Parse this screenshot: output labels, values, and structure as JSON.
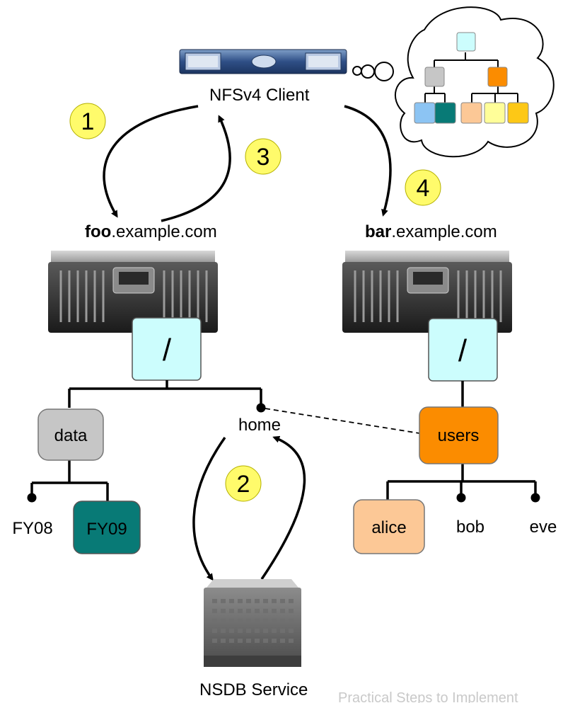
{
  "client": {
    "label": "NFSv4 Client"
  },
  "steps": [
    "1",
    "2",
    "3",
    "4"
  ],
  "servers": {
    "foo": {
      "bold": "foo",
      "rest": ".example.com",
      "root": "/"
    },
    "bar": {
      "bold": "bar",
      "rest": ".example.com",
      "root": "/"
    }
  },
  "foo_tree": {
    "data": "data",
    "home": "home",
    "fy08": "FY08",
    "fy09": "FY09"
  },
  "bar_tree": {
    "users": "users",
    "alice": "alice",
    "bob": "bob",
    "eve": "eve"
  },
  "nsdb": {
    "label": "NSDB Service"
  },
  "footer": {
    "text": "Practical Steps to Implement"
  },
  "colors": {
    "node_cyan": "#ccfdfd",
    "node_grey": "#c6c6c6",
    "node_orange": "#fb8c00",
    "node_peach": "#fcc896",
    "node_teal": "#087a76",
    "node_lightblue": "#8cc4f3",
    "node_lightyellow": "#fffe99",
    "node_gold": "#fdc816",
    "step_fill": "#fffb6b"
  }
}
